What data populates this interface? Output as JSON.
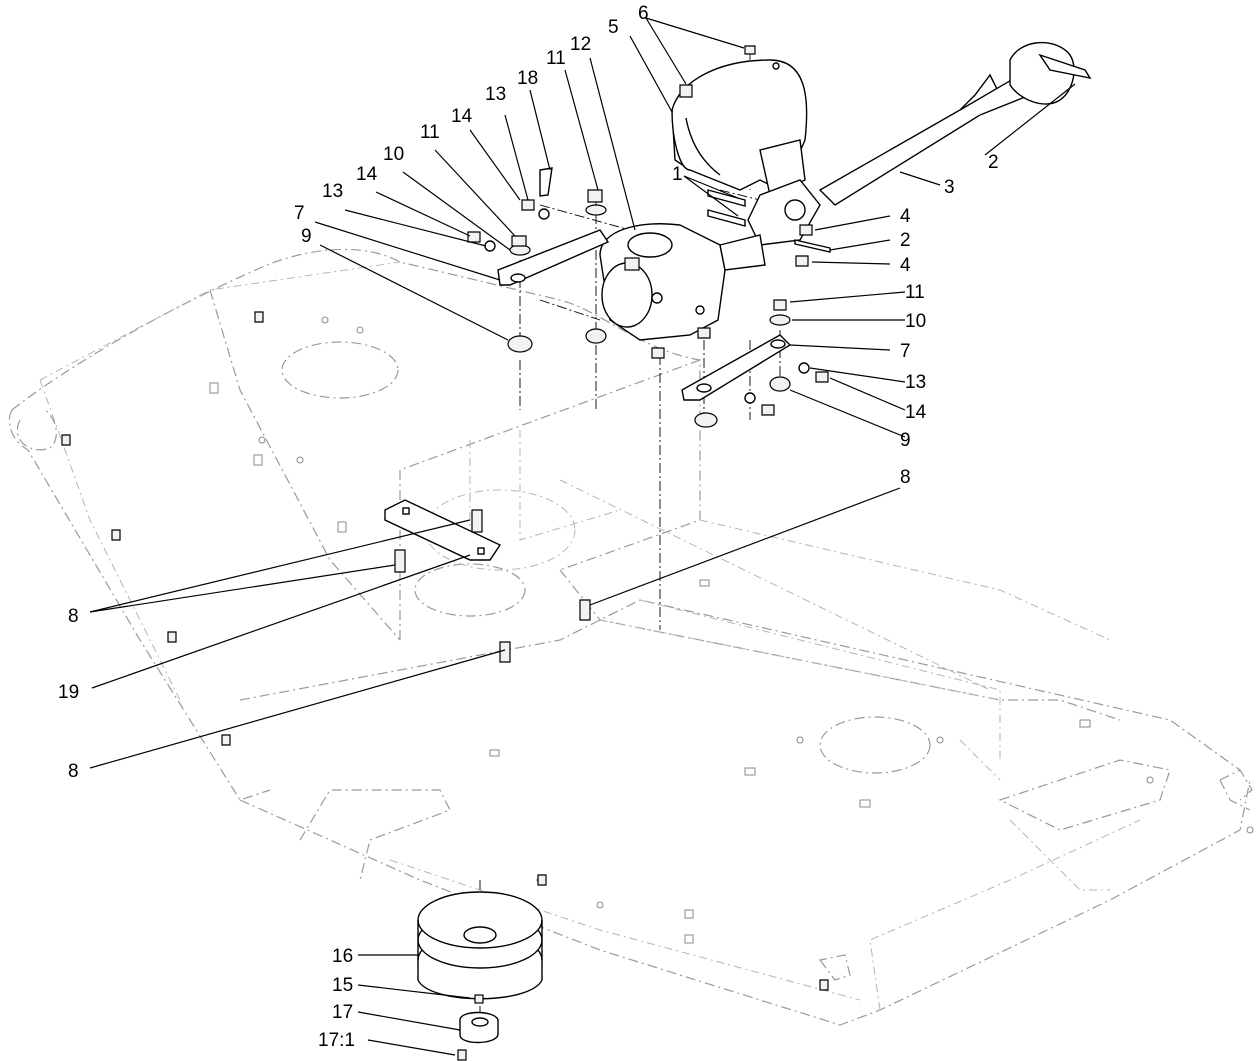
{
  "diagram": {
    "callouts": [
      {
        "id": "c-6",
        "text": "6"
      },
      {
        "id": "c-5",
        "text": "5"
      },
      {
        "id": "c-12",
        "text": "12"
      },
      {
        "id": "c-11a",
        "text": "11"
      },
      {
        "id": "c-18",
        "text": "18"
      },
      {
        "id": "c-13a",
        "text": "13"
      },
      {
        "id": "c-14a",
        "text": "14"
      },
      {
        "id": "c-11b",
        "text": "11"
      },
      {
        "id": "c-10a",
        "text": "10"
      },
      {
        "id": "c-14b",
        "text": "14"
      },
      {
        "id": "c-13b",
        "text": "13"
      },
      {
        "id": "c-7a",
        "text": "7"
      },
      {
        "id": "c-9a",
        "text": "9"
      },
      {
        "id": "c-1",
        "text": "1"
      },
      {
        "id": "c-2a",
        "text": "2"
      },
      {
        "id": "c-3",
        "text": "3"
      },
      {
        "id": "c-4a",
        "text": "4"
      },
      {
        "id": "c-2b",
        "text": "2"
      },
      {
        "id": "c-4b",
        "text": "4"
      },
      {
        "id": "c-11c",
        "text": "11"
      },
      {
        "id": "c-10b",
        "text": "10"
      },
      {
        "id": "c-7b",
        "text": "7"
      },
      {
        "id": "c-13c",
        "text": "13"
      },
      {
        "id": "c-14c",
        "text": "14"
      },
      {
        "id": "c-9b",
        "text": "9"
      },
      {
        "id": "c-8a",
        "text": "8"
      },
      {
        "id": "c-8b",
        "text": "8"
      },
      {
        "id": "c-19",
        "text": "19"
      },
      {
        "id": "c-8c",
        "text": "8"
      },
      {
        "id": "c-16",
        "text": "16"
      },
      {
        "id": "c-15",
        "text": "15"
      },
      {
        "id": "c-17",
        "text": "17"
      },
      {
        "id": "c-171",
        "text": "17:1"
      }
    ]
  }
}
